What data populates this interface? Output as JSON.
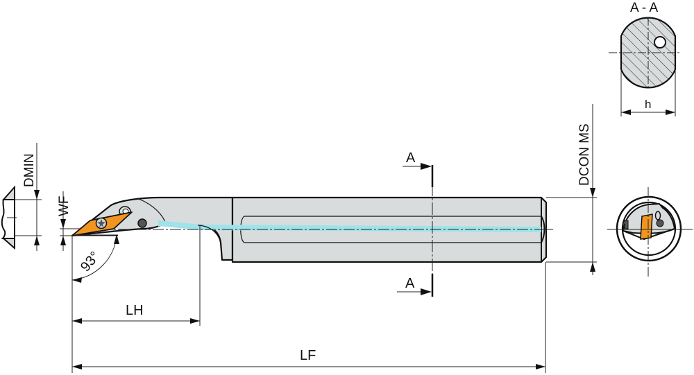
{
  "drawing": {
    "title": "Boring bar technical drawing",
    "colors": {
      "body": "#d9dcdd",
      "insert": "#f0951f",
      "coolant": "#9fe3ea",
      "line": "#111111",
      "screw": "#555555"
    },
    "labels": {
      "dmin": "DMIN",
      "wf": "WF",
      "angle": "93°",
      "lh": "LH",
      "lf": "LF",
      "dcon_ms": "DCON MS",
      "section_marker_top": "A",
      "section_marker_bottom": "A",
      "section_title": "A - A",
      "h": "h"
    },
    "views": [
      {
        "name": "side-view",
        "description": "Boring bar side elevation with insert"
      },
      {
        "name": "section-a-a",
        "description": "Cross section A-A of shank with coolant hole"
      },
      {
        "name": "end-view",
        "description": "Front end view showing insert"
      },
      {
        "name": "min-bore-profile",
        "description": "Minimum bore diameter profile"
      }
    ]
  }
}
